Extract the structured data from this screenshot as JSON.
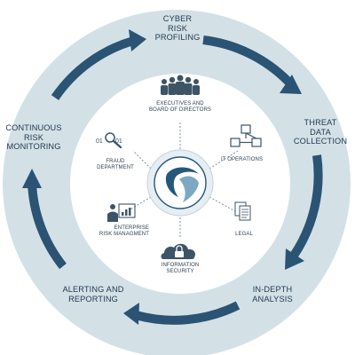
{
  "cycle_stages": [
    {
      "label": "CYBER\nRISK\nPROFILING"
    },
    {
      "label": "THREAT\nDATA\nCOLLECTION"
    },
    {
      "label": "IN-DEPTH\nANALYSIS"
    },
    {
      "label": "ALERTING AND\nREPORTING"
    },
    {
      "label": "CONTINUOUS\nRISK\nMONITORING"
    }
  ],
  "stakeholders": [
    {
      "label": "EXECUTIVES AND\nBOARD OF DIRECTORS",
      "icon": "people-group-icon"
    },
    {
      "label": "IT OPERATIONS",
      "icon": "network-flow-icon"
    },
    {
      "label": "LEGAL",
      "icon": "documents-icon"
    },
    {
      "label": "INFORMATION\nSECURITY",
      "icon": "cloud-lock-icon"
    },
    {
      "label": "ENTERPRISE\nRISK MANAGMENT",
      "icon": "presenter-chart-icon"
    },
    {
      "label": "FRAUD\nDEPARTMENT",
      "icon": "binary-magnifier-icon"
    }
  ],
  "fraud_icon_text": {
    "left": "01",
    "right": "01"
  },
  "colors": {
    "ring": "#d3e1e7",
    "arrow": "#2b5373",
    "inner_circle": "#ffffff",
    "hub_outer": "#e6eef3",
    "logo_dark": "#25577a",
    "logo_light": "#7ea7c2",
    "icon": "#3d5467",
    "text": "#233a4e",
    "connector": "#7f93a2"
  }
}
